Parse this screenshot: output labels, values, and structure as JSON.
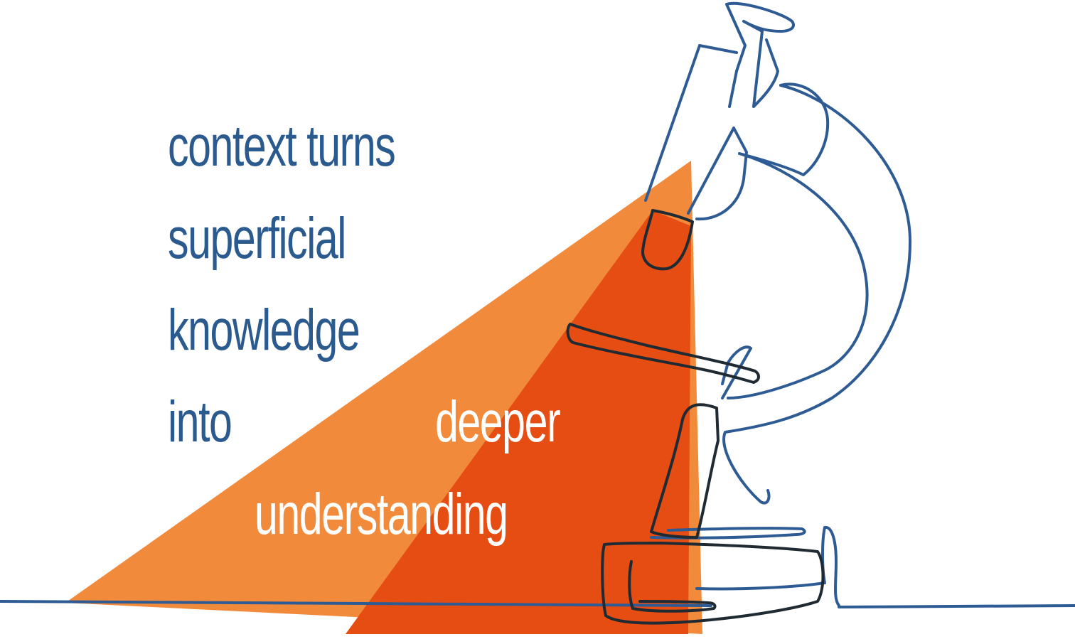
{
  "headline": {
    "line1": "context turns",
    "line2": "superficial",
    "line3": "knowledge",
    "line4": "into"
  },
  "highlight": {
    "line1": "deeper",
    "line2": "understanding"
  },
  "colors": {
    "text_blue": "#2b5a8f",
    "line_blue": "#2e5b94",
    "light_orange": "#f28a3c",
    "dark_orange": "#e64d12",
    "dark_outline": "#1f2a33",
    "text_white": "#ffffff"
  },
  "illustration": "microscope-line-drawing"
}
